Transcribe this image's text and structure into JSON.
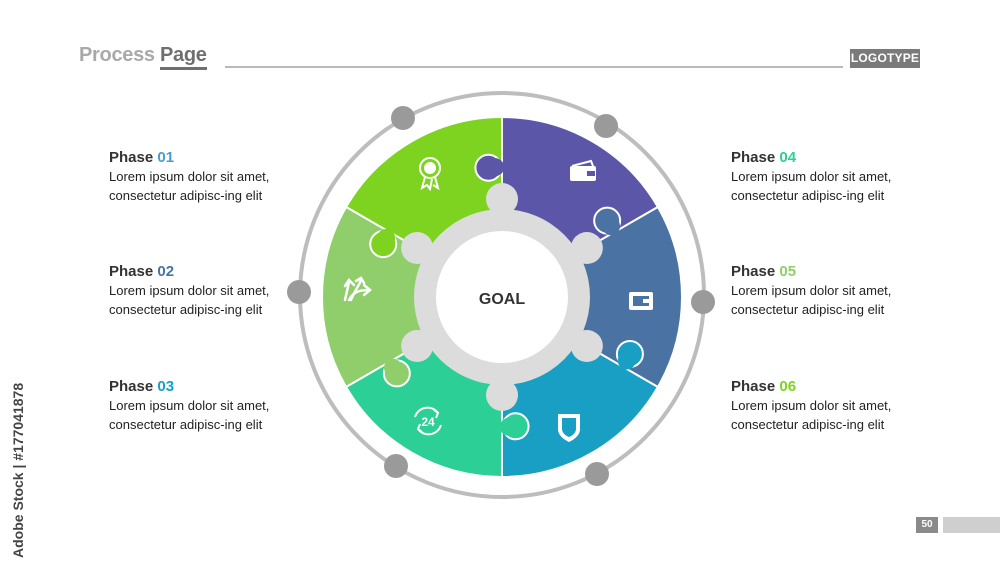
{
  "header": {
    "title_light": "Process ",
    "title_strong": "Page",
    "logotype": "LOGOTYPE"
  },
  "diagram": {
    "center_label": "GOAL",
    "colors": {
      "phase1": "#7ed321",
      "phase2": "#8fce6b",
      "phase3": "#2ccf96",
      "phase4": "#5b56a8",
      "phase5": "#4a73a4",
      "phase6": "#1a9fc4",
      "hub": "#dcdcdc",
      "ring": "#bdbdbd",
      "node": "#9a9a9a"
    },
    "icons": [
      "award-icon",
      "split-arrows-icon",
      "24-hours-icon",
      "wallet-icon",
      "wallet-icon",
      "shield-icon"
    ],
    "badge_24": "24"
  },
  "phases": [
    {
      "label": "Phase ",
      "num": "01",
      "num_color": "#4a9bd4",
      "text": "Lorem ipsum dolor sit amet, consectetur adipisc-ing elit"
    },
    {
      "label": "Phase ",
      "num": "02",
      "num_color": "#4a73a4",
      "text": "Lorem ipsum dolor sit amet, consectetur adipisc-ing elit"
    },
    {
      "label": "Phase ",
      "num": "03",
      "num_color": "#1a9fc4",
      "text": "Lorem ipsum dolor sit amet, consectetur adipisc-ing elit"
    },
    {
      "label": "Phase ",
      "num": "04",
      "num_color": "#2ccf96",
      "text": "Lorem ipsum dolor sit amet, consectetur adipisc-ing elit"
    },
    {
      "label": "Phase ",
      "num": "05",
      "num_color": "#8fce6b",
      "text": "Lorem ipsum dolor sit amet, consectetur adipisc-ing elit"
    },
    {
      "label": "Phase ",
      "num": "06",
      "num_color": "#7ed321",
      "text": "Lorem ipsum dolor sit amet, consectetur adipisc-ing elit"
    }
  ],
  "footer": {
    "page_number": "50",
    "stock_id": "Adobe Stock | #177041878"
  }
}
